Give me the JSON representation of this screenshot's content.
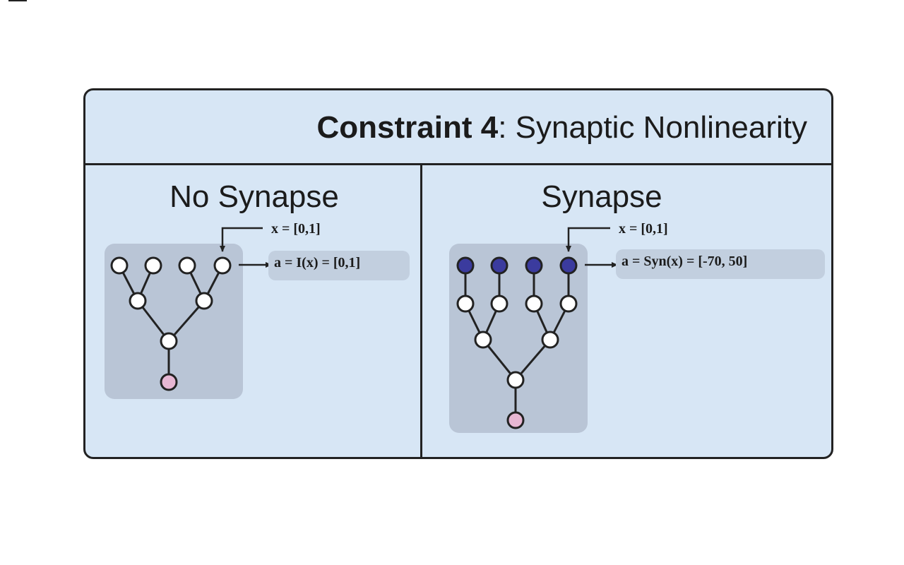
{
  "title": {
    "bold": "Constraint 4",
    "rest": ": Synaptic Nonlinearity"
  },
  "left_panel": {
    "heading": "No Synapse",
    "input_label": "x = [0,1]",
    "output_label": "a = I(x) = [0,1]"
  },
  "right_panel": {
    "heading": "Synapse",
    "input_label": "x = [0,1]",
    "output_label": "a = Syn(x) = [-70, 50]"
  },
  "colors": {
    "panel_bg": "#d7e6f5",
    "tree_box": "#b9c5d6",
    "node_fill": "#ffffff",
    "synapse_node": "#3b3b9e",
    "soma_node": "#e7b7d3",
    "line": "#222222"
  }
}
